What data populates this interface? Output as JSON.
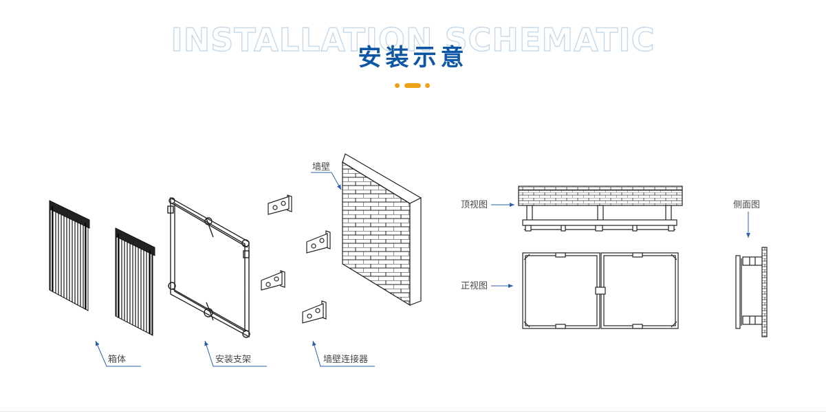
{
  "header": {
    "title_en": "INSTALLATION SCHEMATIC",
    "title_cn": "安装示意"
  },
  "labels": {
    "cabinet": "箱体",
    "bracket": "安装支架",
    "connector": "墙壁连接器",
    "wall": "墙壁",
    "top_view": "顶视图",
    "front_view": "正视图",
    "side_view": "侧面图"
  },
  "colors": {
    "title_blue": "#0d56a6",
    "outline_blue": "#c5d9ea",
    "accent_orange": "#f0a31a",
    "arrow_blue": "#2b5fa8",
    "drawing_black": "#222222"
  }
}
